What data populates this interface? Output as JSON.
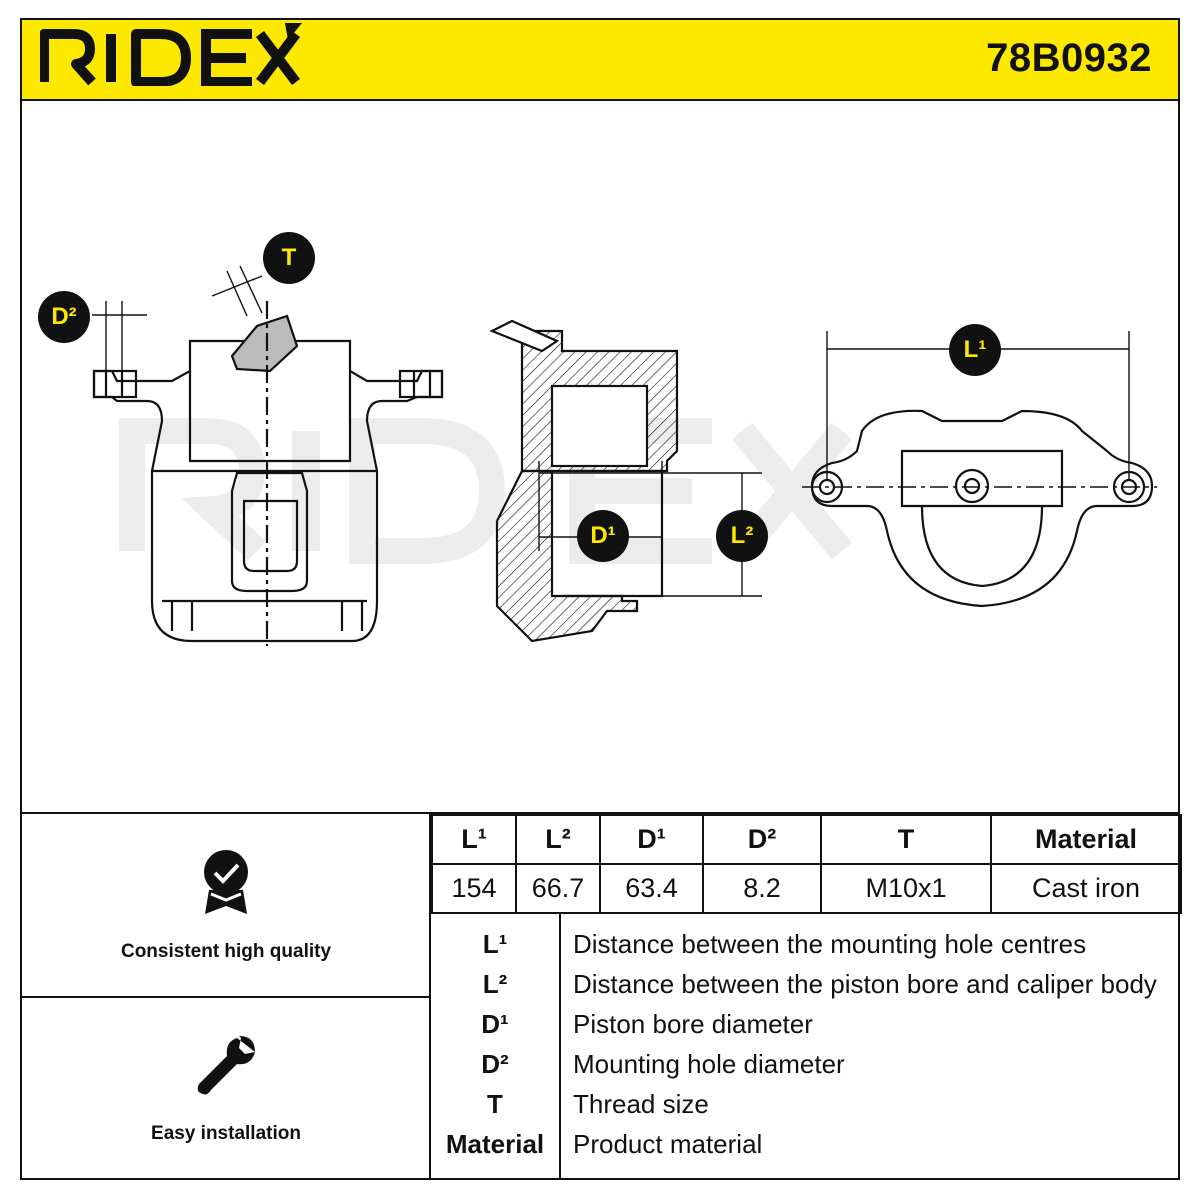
{
  "header": {
    "brand": "RIDEX",
    "part_number": "78B0932"
  },
  "callouts": {
    "T": "T",
    "D2": "D²",
    "D1": "D¹",
    "L2": "L²",
    "L1": "L¹"
  },
  "features": [
    {
      "icon": "quality-badge-icon",
      "label": "Consistent high quality"
    },
    {
      "icon": "wrench-icon",
      "label": "Easy installation"
    }
  ],
  "spec_table": {
    "headers": [
      "L¹",
      "L²",
      "D¹",
      "D²",
      "T",
      "Material"
    ],
    "values": [
      "154",
      "66.7",
      "63.4",
      "8.2",
      "M10x1",
      "Cast iron"
    ]
  },
  "legend": [
    {
      "key": "L¹",
      "desc": "Distance between the mounting hole centres"
    },
    {
      "key": "L²",
      "desc": "Distance between the piston bore and caliper body"
    },
    {
      "key": "D¹",
      "desc": "Piston bore diameter"
    },
    {
      "key": "D²",
      "desc": "Mounting hole diameter"
    },
    {
      "key": "T",
      "desc": "Thread size"
    },
    {
      "key": "Material",
      "desc": "Product material"
    }
  ],
  "colors": {
    "accent": "#fde800",
    "ink": "#111111",
    "watermark": "#ebebeb"
  }
}
